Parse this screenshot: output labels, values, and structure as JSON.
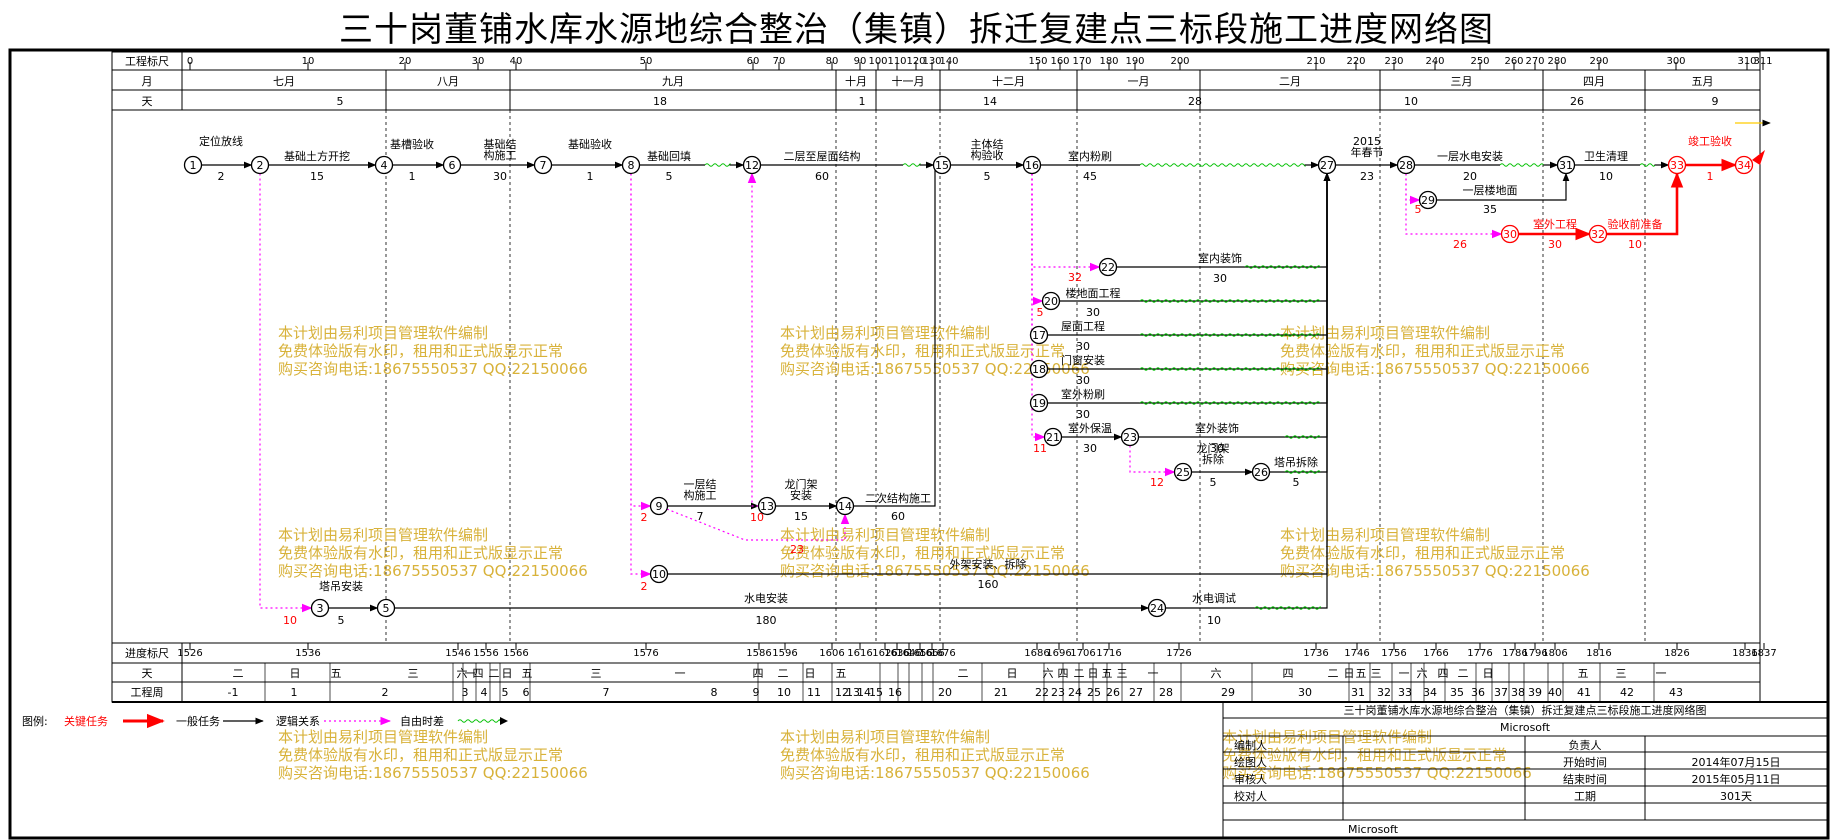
{
  "title": "三十岗董铺水库水源地综合整治（集镇）拆迁复建点三标段施工进度网络图",
  "header": {
    "row_labels": {
      "scale": "工程标尺",
      "month": "月",
      "day": "天",
      "progress": "进度标尺",
      "day2": "天",
      "week": "工程周"
    },
    "top_ticks": [
      "0",
      "10",
      "20",
      "30",
      "40",
      "50",
      "60",
      "70",
      "80",
      "90",
      "100",
      "110",
      "120",
      "130",
      "140",
      "150",
      "160",
      "170",
      "180",
      "190",
      "200",
      "210",
      "220",
      "230",
      "240",
      "250",
      "260",
      "270",
      "280",
      "290",
      "300",
      "310",
      "311"
    ],
    "months": [
      "七月",
      "八月",
      "九月",
      "十月",
      "十一月",
      "十二月",
      "一月",
      "二月",
      "三月",
      "四月",
      "五月"
    ],
    "month_days": [
      "5",
      "18",
      "1",
      "14",
      "28",
      "10",
      "26",
      "9"
    ],
    "bottom_ticks": [
      "1526",
      "1536",
      "1546",
      "1556",
      "1566",
      "1576",
      "1586",
      "1596",
      "1606",
      "1616",
      "1626",
      "1636",
      "1646",
      "1656",
      "1666",
      "1676",
      "1686",
      "1696",
      "1706",
      "1716",
      "1726",
      "1736",
      "1746",
      "1756",
      "1766",
      "1776",
      "1786",
      "1796",
      "1806",
      "1816",
      "1826",
      "1836",
      "1837"
    ],
    "weekday_cells": [
      "二",
      "日",
      "五",
      "三",
      "一",
      "六",
      "四",
      "二",
      "日",
      "五",
      "三",
      "一",
      "四",
      "二",
      "日",
      "五",
      "二",
      "日",
      "六",
      "四",
      "二",
      "日",
      "五",
      "三",
      "一",
      "六",
      "四",
      "二",
      "日",
      "五",
      "三",
      "一",
      "六",
      "四",
      "二",
      "日",
      "五",
      "三",
      "一"
    ],
    "week_cells": [
      "-1",
      "1",
      "2",
      "3",
      "4",
      "5",
      "6",
      "7",
      "8",
      "9",
      "10",
      "11",
      "12",
      "13",
      "14",
      "15",
      "16",
      "20",
      "21",
      "22",
      "23",
      "24",
      "25",
      "26",
      "27",
      "28",
      "29",
      "30",
      "31",
      "32",
      "33",
      "34",
      "35",
      "36",
      "37",
      "38",
      "39",
      "40",
      "41",
      "42",
      "43"
    ]
  },
  "nodes": [
    "1",
    "2",
    "3",
    "4",
    "5",
    "6",
    "7",
    "8",
    "9",
    "10",
    "12",
    "13",
    "14",
    "15",
    "16",
    "17",
    "18",
    "19",
    "20",
    "21",
    "22",
    "23",
    "24",
    "25",
    "26",
    "27",
    "28",
    "29",
    "30",
    "31",
    "32",
    "33",
    "34"
  ],
  "tasks": [
    {
      "name": "定位放线",
      "dur": "2"
    },
    {
      "name": "基础土方开挖",
      "dur": "15"
    },
    {
      "name": "基槽验收",
      "dur": "1"
    },
    {
      "name": "基础结构施工",
      "dur": "30"
    },
    {
      "name": "基础验收",
      "dur": "1"
    },
    {
      "name": "基础回填",
      "dur": "5"
    },
    {
      "name": "二层至屋面结构",
      "dur": "60"
    },
    {
      "name": "主体结构验收",
      "dur": "5"
    },
    {
      "name": "室内粉刷",
      "dur": "45"
    },
    {
      "name": "2015年春节",
      "dur": "23"
    },
    {
      "name": "一层水电安装",
      "dur": "20"
    },
    {
      "name": "卫生清理",
      "dur": "10"
    },
    {
      "name": "竣工验收",
      "dur": "1"
    },
    {
      "name": "一层楼地面",
      "dur": "35"
    },
    {
      "name": "室外工程",
      "dur": "30"
    },
    {
      "name": "验收前准备",
      "dur": "10"
    },
    {
      "name": "室内装饰",
      "dur": "30"
    },
    {
      "name": "楼地面工程",
      "dur": "30"
    },
    {
      "name": "屋面工程",
      "dur": "30"
    },
    {
      "name": "门窗安装",
      "dur": "30"
    },
    {
      "name": "室外粉刷",
      "dur": "30"
    },
    {
      "name": "室外保温",
      "dur": "30"
    },
    {
      "name": "室外装饰",
      "dur": "30"
    },
    {
      "name": "龙门架拆除",
      "dur": "5"
    },
    {
      "name": "塔吊拆除",
      "dur": "5"
    },
    {
      "name": "一层结构施工",
      "dur": "7"
    },
    {
      "name": "龙门架安装",
      "dur": "15"
    },
    {
      "name": "二次结构施工",
      "dur": "60"
    },
    {
      "name": "外架安装、拆除",
      "dur": "160"
    },
    {
      "name": "塔吊安装",
      "dur": "5"
    },
    {
      "name": "水电安装",
      "dur": "180"
    },
    {
      "name": "水电调试",
      "dur": "10"
    }
  ],
  "float_labels": [
    "10",
    "2",
    "2",
    "10",
    "23",
    "5",
    "26",
    "32",
    "5",
    "11",
    "12"
  ],
  "watermark": [
    "本计划由易利项目管理软件编制",
    "免费体验版有水印，租用和正式版显示正常",
    "购买咨询电话:18675550537 QQ:22150066"
  ],
  "legend": {
    "label": "图例:",
    "critical": "关键任务",
    "normal": "一般任务",
    "logic": "逻辑关系",
    "free_float": "自由时差"
  },
  "info": {
    "title": "三十岗董铺水库水源地综合整治（集镇）拆迁复建点三标段施工进度网络图",
    "company": "Microsoft",
    "rows": [
      {
        "k": "编制人",
        "v": "",
        "k2": "负责人",
        "v2": ""
      },
      {
        "k": "绘图人",
        "v": "",
        "k2": "开始时间",
        "v2": "2014年07月15日"
      },
      {
        "k": "审核人",
        "v": "",
        "k2": "结束时间",
        "v2": "2015年05月11日"
      },
      {
        "k": "校对人",
        "v": "",
        "k2": "工期",
        "v2": "301天"
      }
    ],
    "footer": "Microsoft"
  },
  "colors": {
    "critical": "#ff0000",
    "normal": "#000000",
    "float": "#ff00ff",
    "wave": "#00c000",
    "watermark": "#d8b23a"
  }
}
